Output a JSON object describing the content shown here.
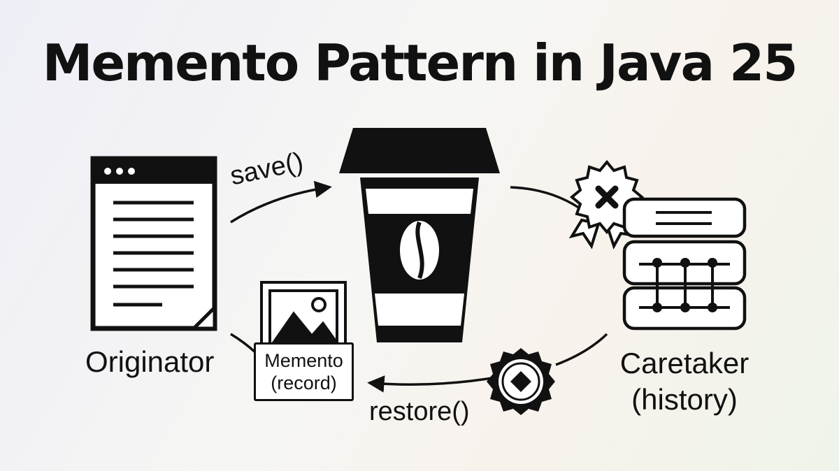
{
  "title": "Memento Pattern in Java 25",
  "originator": {
    "label": "Originator"
  },
  "caretaker": {
    "label_line1": "Caretaker",
    "label_line2": "(history)"
  },
  "memento": {
    "line1": "Memento",
    "line2": "(record)"
  },
  "arrows": {
    "save": "save()",
    "restore": "restore()"
  },
  "icons": {
    "originator": "document-window-icon",
    "center": "coffee-cup-icon",
    "memento": "image-icon",
    "caretaker": "database-stack-icon",
    "badge_top": "x-badge-icon",
    "badge_bottom": "diamond-seal-icon"
  }
}
